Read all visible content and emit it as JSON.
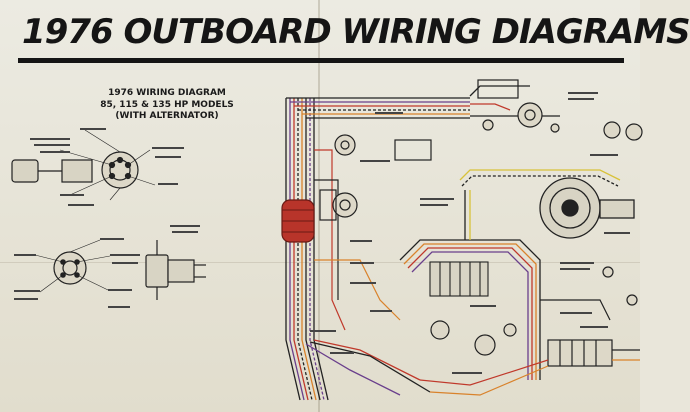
{
  "title": "1976 OUTBOARD WIRING DIAGRAMS",
  "diagram_heading": {
    "line1": "1976 WIRING DIAGRAM",
    "line2": "85, 115 & 135 HP MODELS",
    "line3": "(WITH ALTERNATOR)"
  },
  "colors": {
    "ink": "#151515",
    "paper": "#e9e6da",
    "harness_red": "#b8342a",
    "wire_red": "#c0392b",
    "wire_orange": "#d9822b",
    "wire_yellow": "#d8c23a",
    "wire_purple": "#6a3f8c",
    "wire_black": "#222222"
  }
}
